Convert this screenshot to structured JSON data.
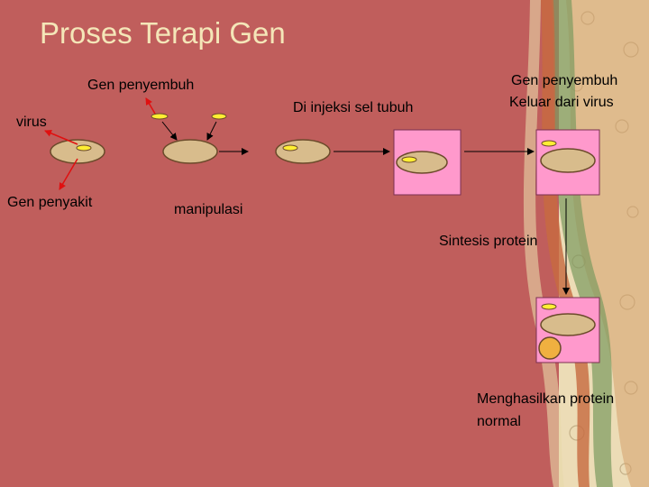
{
  "slide": {
    "title": "Proses Terapi Gen",
    "labels": {
      "gen_penyembuh": "Gen penyembuh",
      "virus": "virus",
      "gen_penyakit": "Gen penyakit",
      "manipulasi": "manipulasi",
      "di_injeksi": "Di injeksi sel tubuh",
      "keluar_line1": "Gen penyembuh",
      "keluar_line2": "Keluar dari virus",
      "sintesis": "Sintesis protein",
      "menghasilkan_line1": "Menghasilkan protein",
      "menghasilkan_line2": "normal"
    }
  },
  "colors": {
    "background": "#c05e5c",
    "title": "#f4e6b8",
    "cell_body": "#d8bc8c",
    "cell_membrane": "#ff99cc",
    "gene_insert": "#ffee33",
    "protein": "#f0b040",
    "arrow_red": "#e01010"
  }
}
